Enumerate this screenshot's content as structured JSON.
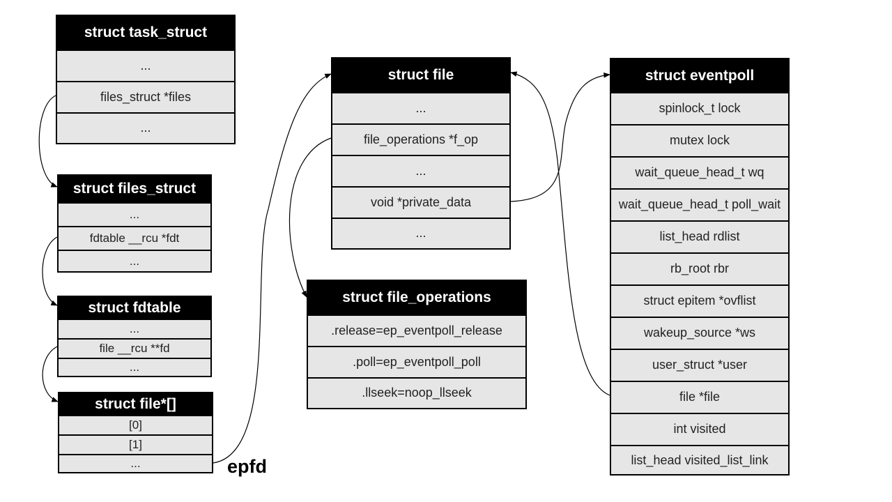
{
  "task_struct": {
    "title": "struct task_struct",
    "fields": [
      "...",
      "files_struct *files",
      "..."
    ]
  },
  "files_struct": {
    "title": "struct files_struct",
    "fields": [
      "...",
      "fdtable __rcu *fdt",
      "..."
    ]
  },
  "fdtable": {
    "title": "struct fdtable",
    "fields": [
      "...",
      "file __rcu **fd",
      "..."
    ]
  },
  "file_array": {
    "title": "struct file*[]",
    "fields": [
      "[0]",
      "[1]",
      "..."
    ]
  },
  "file": {
    "title": "struct file",
    "fields": [
      "...",
      "file_operations *f_op",
      "...",
      "void *private_data",
      "..."
    ]
  },
  "file_operations": {
    "title": "struct file_operations",
    "fields": [
      ".release=ep_eventpoll_release",
      ".poll=ep_eventpoll_poll",
      ".llseek=noop_llseek"
    ]
  },
  "eventpoll": {
    "title": "struct eventpoll",
    "fields": [
      "spinlock_t lock",
      "mutex lock",
      "wait_queue_head_t wq",
      "wait_queue_head_t poll_wait",
      "list_head rdlist",
      "rb_root rbr",
      "struct epitem *ovflist",
      "wakeup_source *ws",
      "user_struct *user",
      "file *file",
      "int visited",
      "list_head visited_list_link"
    ]
  },
  "epfd_label": "epfd"
}
